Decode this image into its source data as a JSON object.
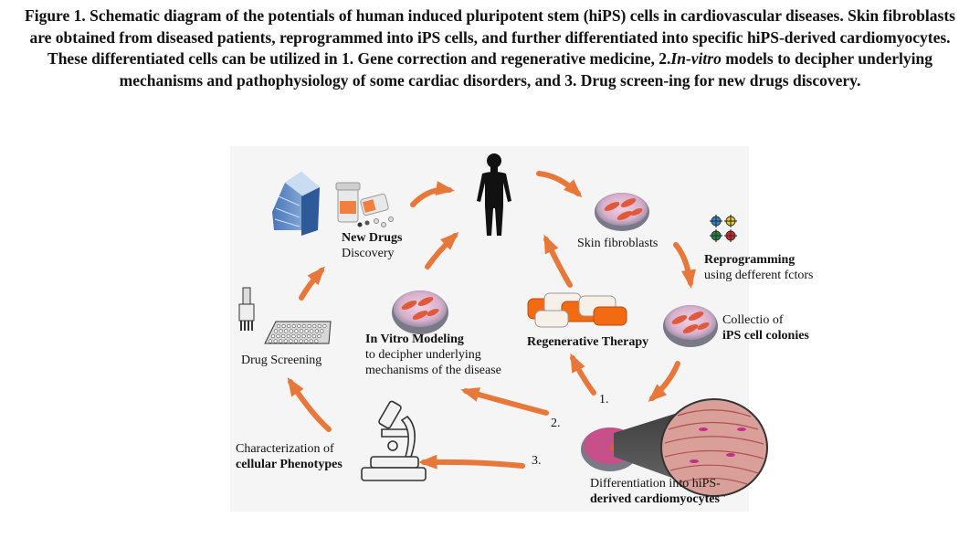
{
  "caption": {
    "lead": "Figure 1. Schematic diagram of the potentials of human induced pluripotent stem (hiPS) cells in cardiovascular diseases. Skin fibroblasts are obtained from diseased patients, reprogrammed into iPS cells, and further differentiated into specific hiPS-derived cardiomyocytes. These differentiated cells can be utilized in 1. Gene correction and regenerative medicine, 2.",
    "italic": "In-vitro",
    "tail": " models to decipher underlying mechanisms and pathophysiology of some cardiac disorders, and 3. Drug screen-ing for new drugs discovery."
  },
  "labels": {
    "new_drugs": [
      "New Drugs",
      "Discovery"
    ],
    "skin": "Skin fibroblasts",
    "reprogramming": [
      "Reprogramming",
      "using defferent fctors"
    ],
    "collection": [
      "Collectio of",
      "iPS cell colonies"
    ],
    "regen": "Regenerative Therapy",
    "invitro": [
      "In Vitro Modeling",
      "to decipher underlying",
      "mechanisms of the disease"
    ],
    "drug_screening": "Drug Screening",
    "characterization": [
      "Characterization of",
      "cellular Phenotypes"
    ],
    "differentiation": [
      "Differentiation into hiPS-",
      "derived cardiomyocytes"
    ]
  },
  "numbers": [
    "1.",
    "2.",
    "3."
  ],
  "colors": {
    "arrow": "#e8773a",
    "dish_cells": "#e05a3a",
    "dish_rim": "#8f8f9a",
    "tissue": "#d88a88",
    "cell_body": "#f26a12"
  }
}
